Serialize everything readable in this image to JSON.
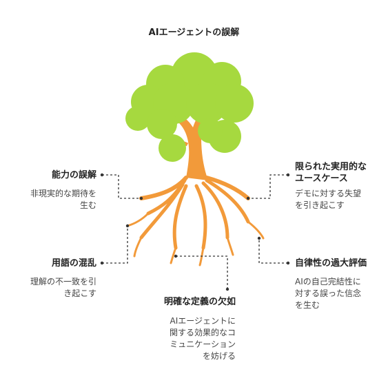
{
  "title": "AIエージェントの誤解",
  "colors": {
    "foliage": "#a6d93f",
    "trunk": "#f29a3a",
    "connector": "#333333"
  },
  "items": [
    {
      "label": "能力の誤解",
      "desc_lines": [
        "非現実的な期待を",
        "生む"
      ]
    },
    {
      "label": "用語の混乱",
      "desc_lines": [
        "理解の不一致を引",
        "き起こす"
      ]
    },
    {
      "label": "明確な定義の欠如",
      "desc_lines": [
        "AIエージェントに",
        "関する効果的なコ",
        "ミュニケーション",
        "を妨げる"
      ]
    },
    {
      "label_lines": [
        "限られた実用的な",
        "ユースケース"
      ],
      "desc_lines": [
        "デモに対する失望",
        "を引き起こす"
      ]
    },
    {
      "label": "自律性の過大評価",
      "desc_lines": [
        "AIの自己完結性に",
        "対する誤った信念",
        "を生む"
      ]
    }
  ]
}
